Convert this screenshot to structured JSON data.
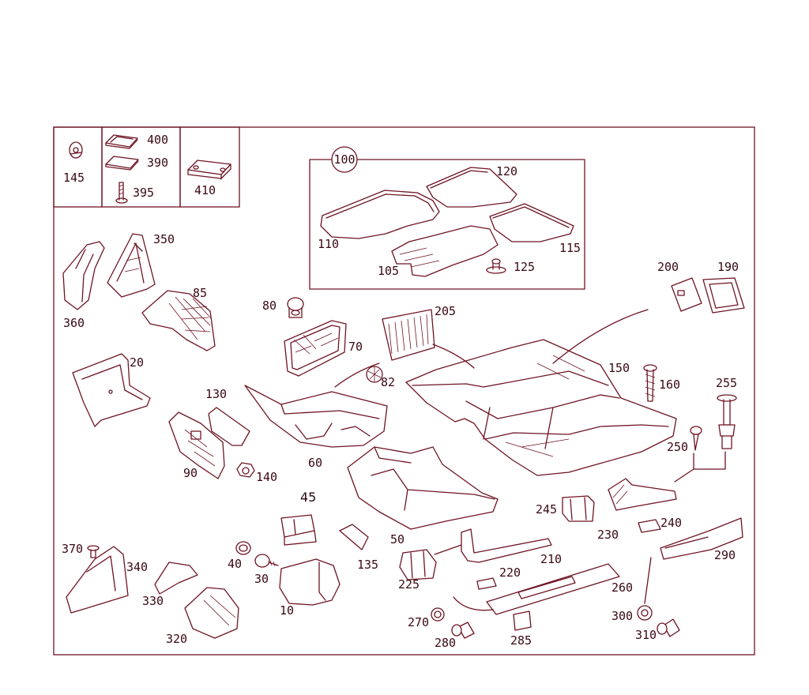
{
  "diagram": {
    "callout_badge": "100",
    "inset_boxes": [
      {
        "id": "box-145",
        "labels": [
          "145"
        ]
      },
      {
        "id": "box-400-390-395",
        "labels": [
          "400",
          "390",
          "395"
        ]
      },
      {
        "id": "box-410",
        "labels": [
          "410"
        ]
      }
    ],
    "labels": {
      "p10": "10",
      "p20": "20",
      "p30": "30",
      "p40": "40",
      "p45": "45",
      "p50": "50",
      "p60": "60",
      "p70": "70",
      "p80": "80",
      "p82": "82",
      "p85": "85",
      "p90": "90",
      "p105": "105",
      "p110": "110",
      "p115": "115",
      "p120": "120",
      "p125": "125",
      "p130": "130",
      "p135": "135",
      "p140": "140",
      "p145": "145",
      "p150": "150",
      "p160": "160",
      "p190": "190",
      "p200": "200",
      "p205": "205",
      "p210": "210",
      "p220": "220",
      "p225": "225",
      "p230": "230",
      "p240": "240",
      "p245": "245",
      "p250": "250",
      "p255": "255",
      "p260": "260",
      "p270": "270",
      "p280": "280",
      "p285": "285",
      "p290": "290",
      "p300": "300",
      "p310": "310",
      "p320": "320",
      "p330": "330",
      "p340": "340",
      "p350": "350",
      "p360": "360",
      "p370": "370",
      "p390": "390",
      "p395": "395",
      "p400": "400",
      "p410": "410"
    },
    "colors": {
      "line": "#6e1423",
      "text": "#3a0812",
      "background": "#ffffff"
    }
  }
}
